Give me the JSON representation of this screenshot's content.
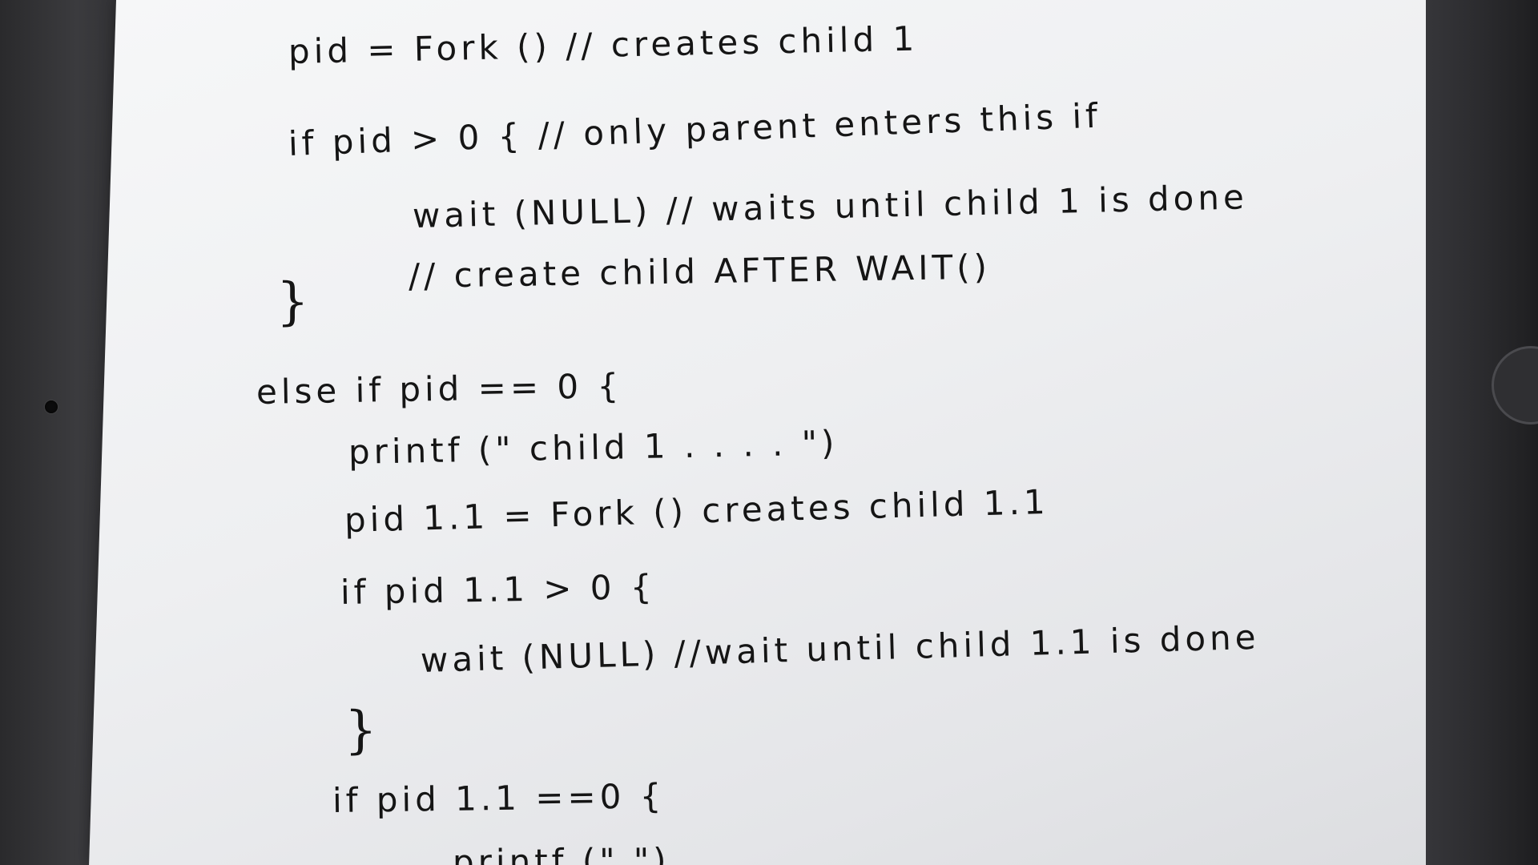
{
  "handwritten_notes": {
    "lines": [
      "pid = Fork ()   // creates   child 1",
      "if   pid > 0 {     // only  parent  enters  this  if",
      "wait (NULL)  // waits  until  child 1  is  done",
      "// create   child  AFTER  WAIT()",
      "}",
      "else  if   pid == 0  {",
      "printf (\" child 1 . . . . \")",
      "pid 1.1  = Fork ()    creates  child  1.1",
      "if   pid 1.1  > 0  {",
      "wait  (NULL)  //wait   until  child  1.1  is  done",
      "}",
      "if   pid 1.1  ==0  {",
      "printf (\"          \")"
    ]
  }
}
